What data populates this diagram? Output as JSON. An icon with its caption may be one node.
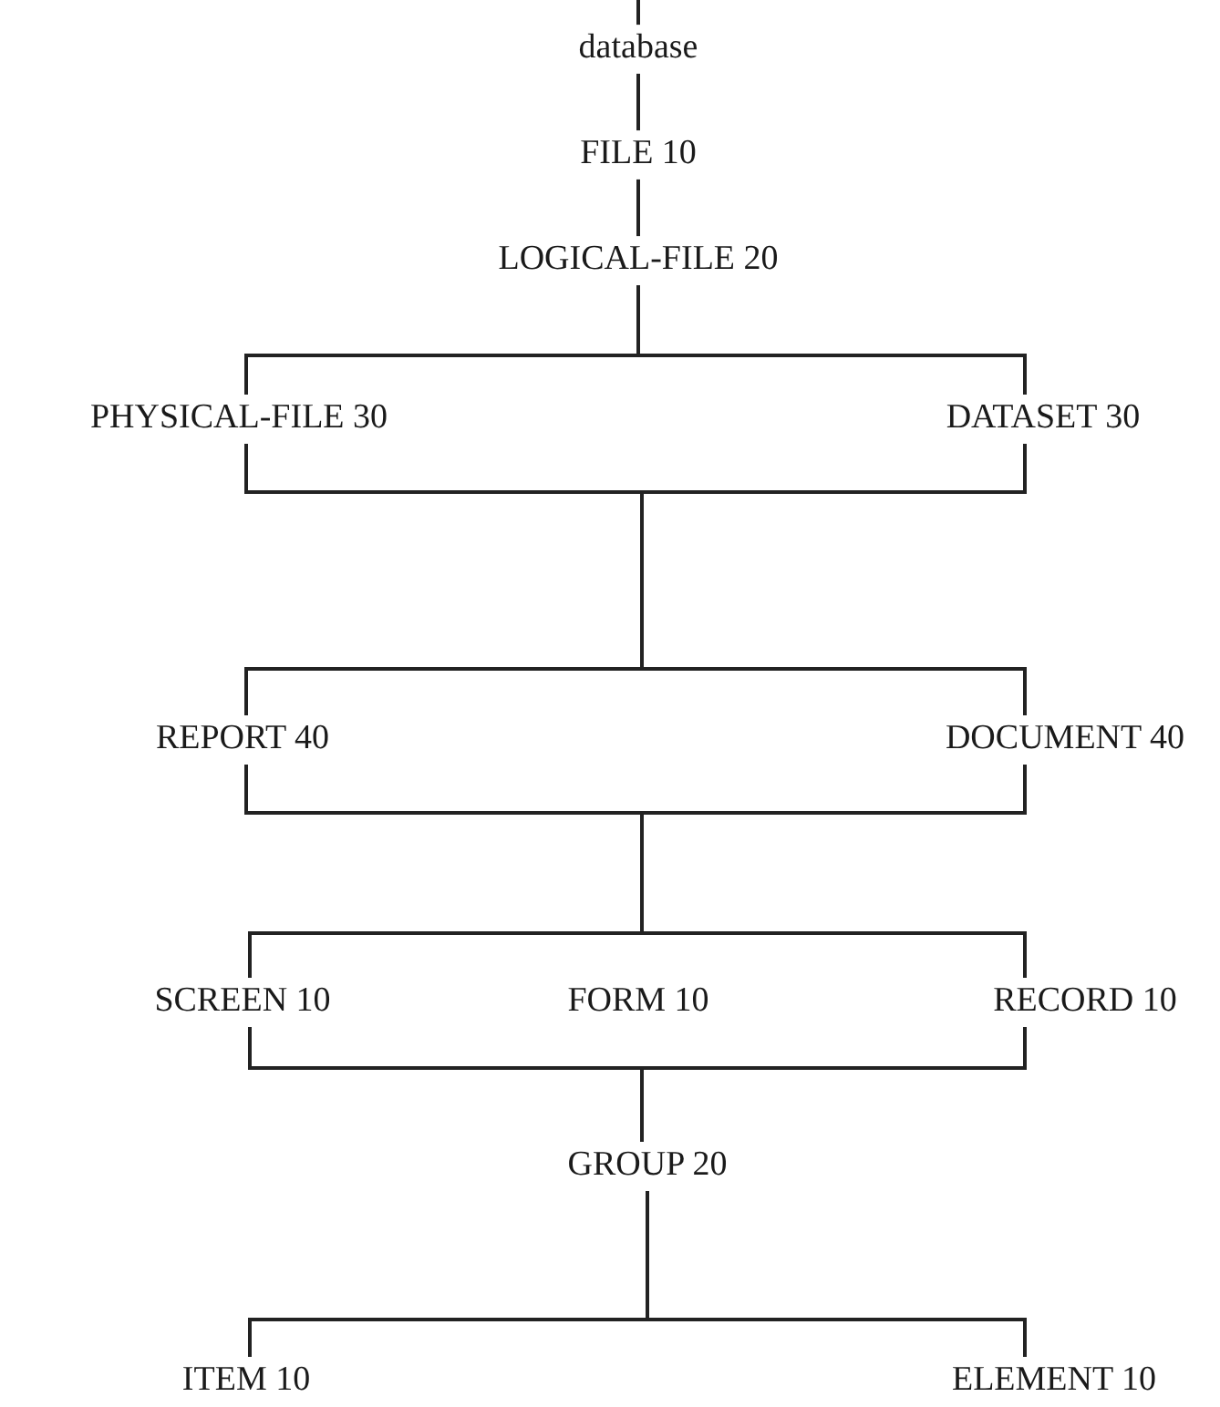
{
  "diagram": {
    "nodes": [
      {
        "text": [
          "database"
        ]
      },
      {
        "text": [
          "FILE 10"
        ]
      },
      {
        "text": [
          "LOGICAL-FILE 20"
        ]
      },
      {
        "text": [
          "PHYSICAL-FILE 30"
        ]
      },
      {
        "text": [
          "DATASET 30"
        ]
      },
      {
        "text": [
          "REPORT 40"
        ]
      },
      {
        "text": [
          "DOCUMENT 40"
        ]
      },
      {
        "text": [
          "SCREEN 10"
        ]
      },
      {
        "text": [
          "RECORD 10"
        ]
      },
      {
        "text": [
          "GROUP 20"
        ]
      },
      {
        "text": [
          "ITEM 10"
        ]
      },
      {
        "text": [
          "ELEMENT 10"
        ]
      }
    ],
    "edges": [
      {
        "from": null,
        "to": 0,
        "arrow": "none"
      },
      {
        "from": 0,
        "to": 1,
        "arrow": "none"
      },
      {
        "from": 1,
        "to": 2,
        "arrow": "none"
      },
      {
        "from": 2,
        "to": 3,
        "arrow": "none"
      },
      {
        "from": 2,
        "to": 4,
        "arrow": "none"
      },
      {
        "from": 3,
        "to": 5,
        "arrow": "none"
      },
      {
        "from": 3,
        "to": 6,
        "arrow": "none"
      },
      {
        "from": 4,
        "to": 5,
        "arrow": "none"
      },
      {
        "from": 4,
        "to": 6,
        "arrow": "none"
      },
      {
        "from": 5,
        "to": 7,
        "arrow": "none"
      },
      {
        "from": 5,
        "to": 8,
        "arrow": "none"
      },
      {
        "from": 6,
        "to": 7,
        "arrow": "none"
      },
      {
        "from": 6,
        "to": 8,
        "arrow": "none"
      },
      {
        "from": 7,
        "to": 9,
        "arrow": "none"
      },
      {
        "from": 8,
        "to": 9,
        "arrow": "none"
      },
      {
        "from": 9,
        "to": 10,
        "arrow": "none"
      },
      {
        "from": 9,
        "to": 11,
        "arrow": "none"
      }
    ],
    "labels": [
      "FORM 10"
    ]
  }
}
